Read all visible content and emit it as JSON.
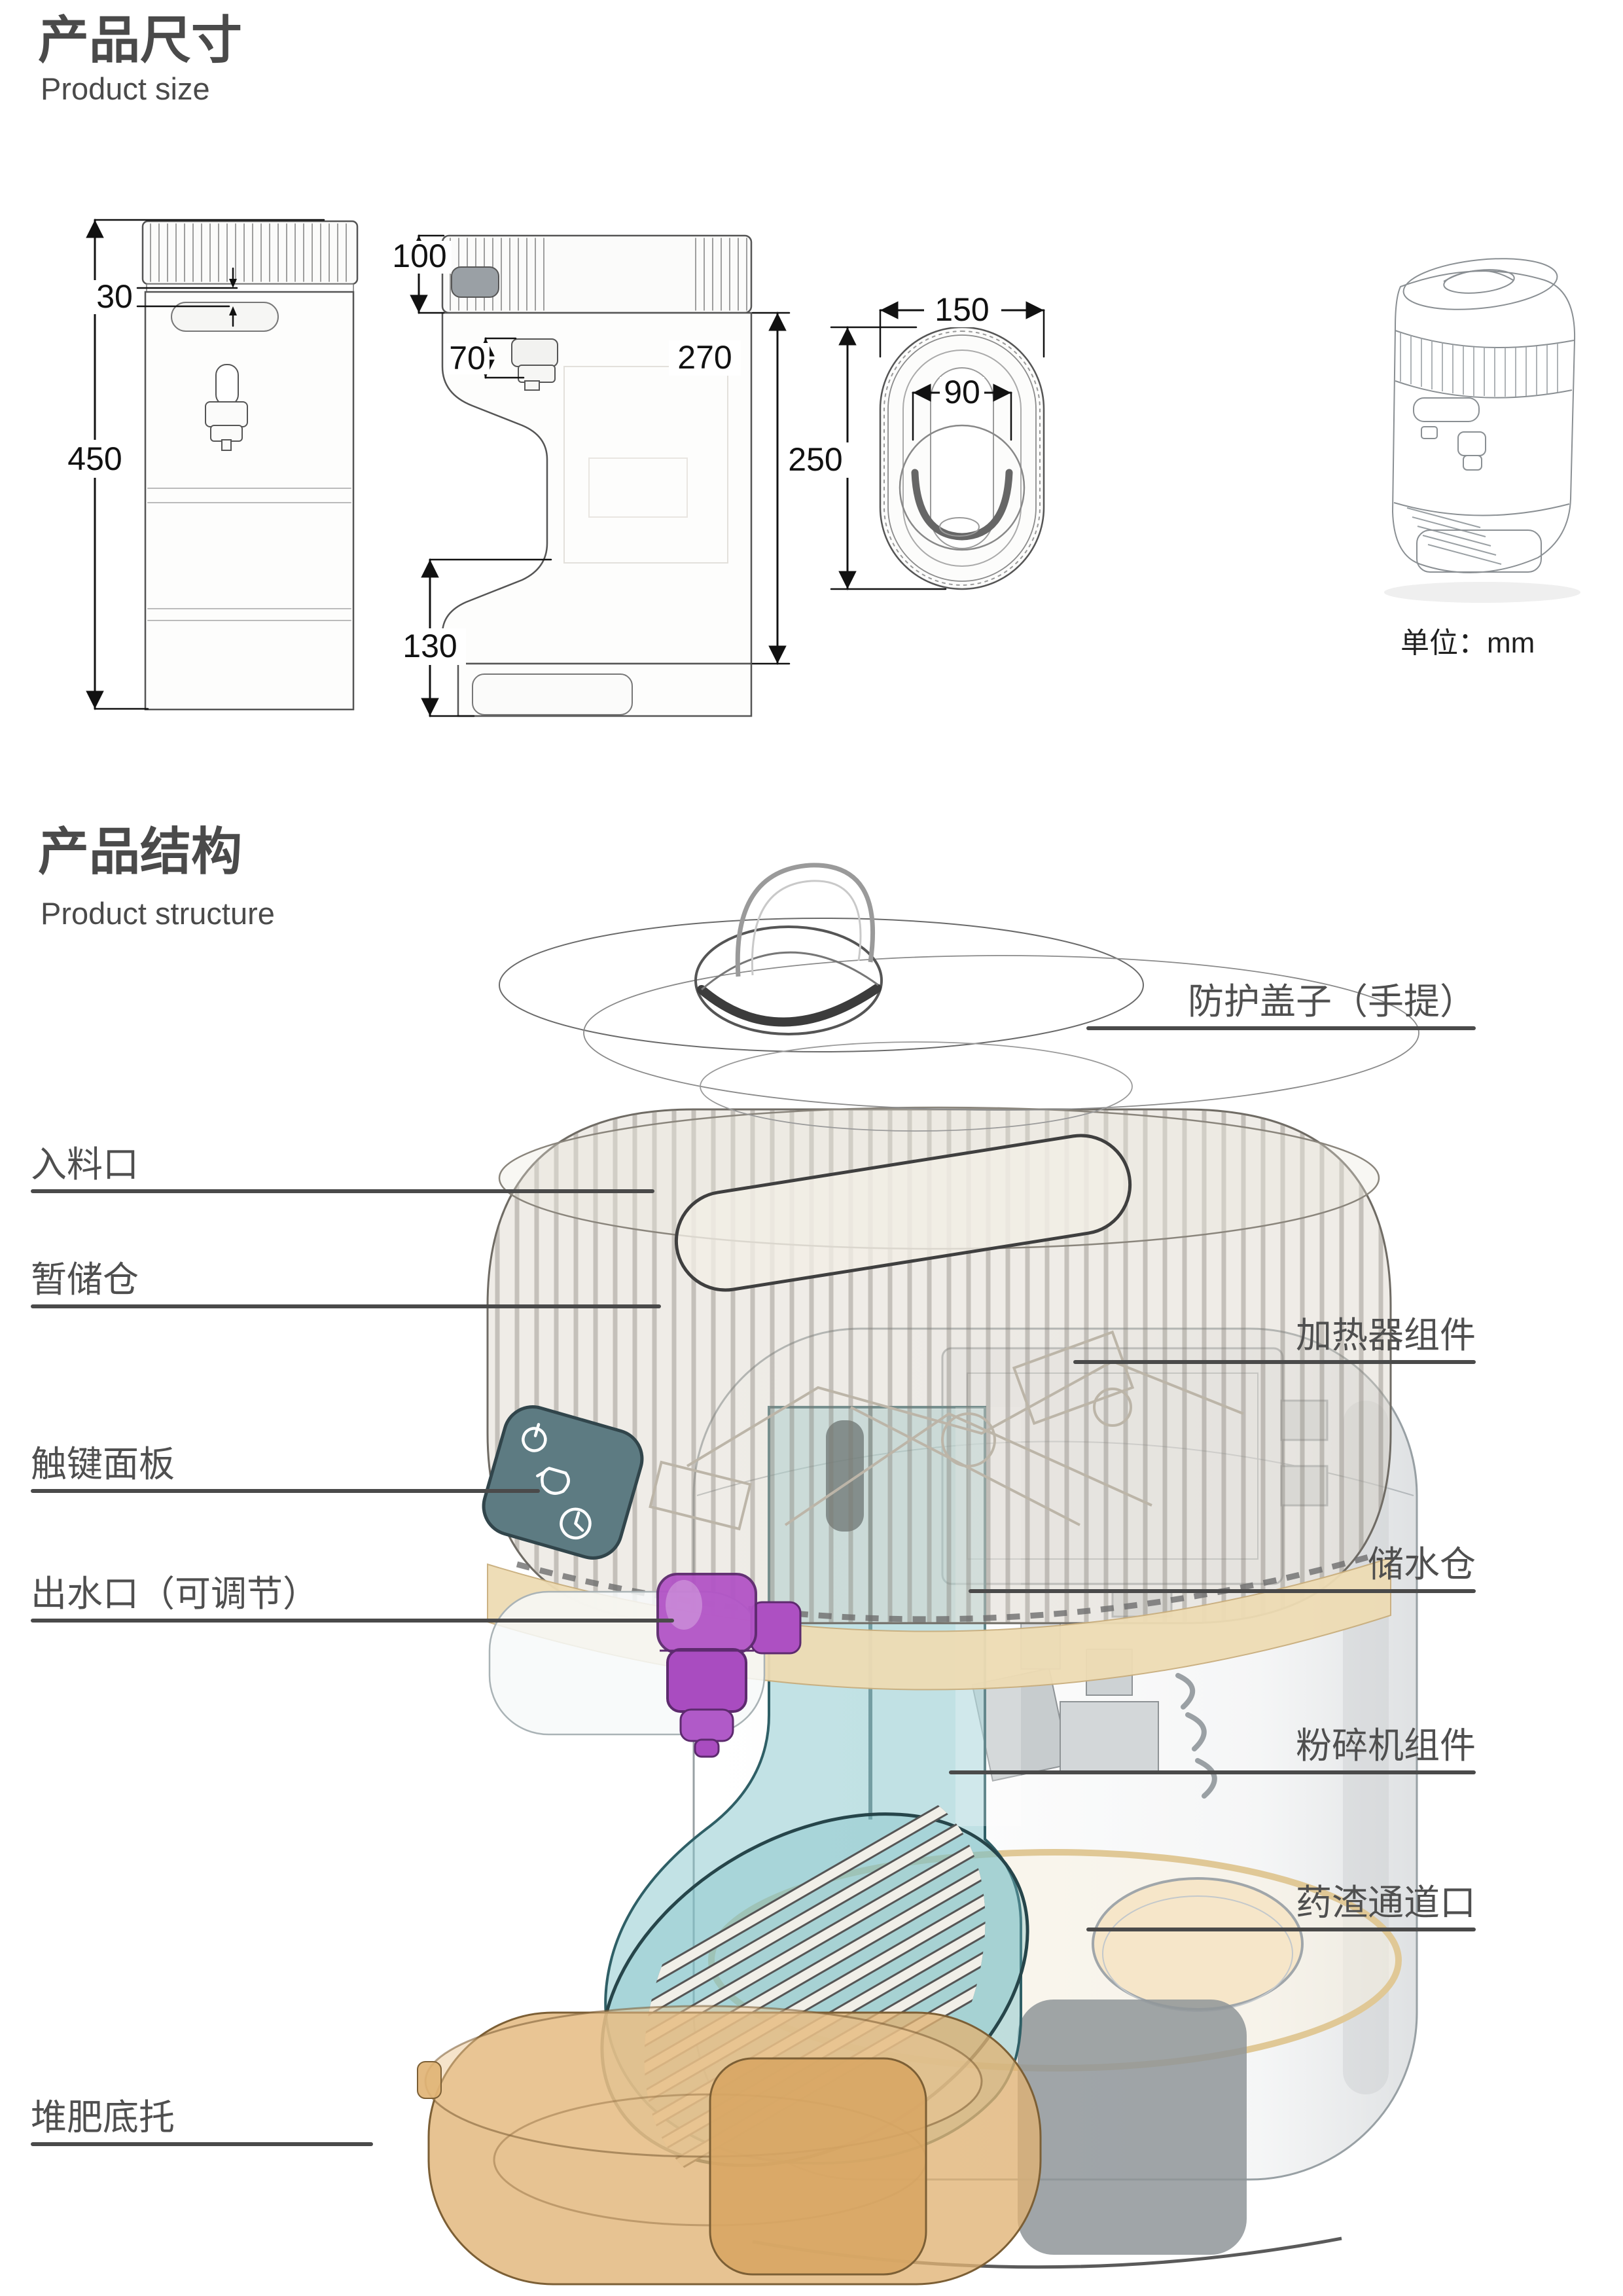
{
  "size_section": {
    "title_cn": "产品尺寸",
    "title_en": "Product size",
    "unit_label": "单位：mm",
    "dims": {
      "front_total_height": "450",
      "front_spout_gap": "30",
      "side_lid_height": "100",
      "side_spout_height": "70",
      "side_body_height": "270",
      "side_base_height": "130",
      "top_width": "150",
      "top_inner_width": "90",
      "top_depth": "250"
    }
  },
  "structure_section": {
    "title_cn": "产品结构",
    "title_en": "Product structure",
    "labels_left": [
      {
        "text": "入料口"
      },
      {
        "text": "暂储仓"
      },
      {
        "text": "触键面板"
      },
      {
        "text": "出水口（可调节）"
      },
      {
        "text": "堆肥底托"
      }
    ],
    "labels_right": [
      {
        "text": "防护盖子（手提）"
      },
      {
        "text": "加热器组件"
      },
      {
        "text": "储水仓"
      },
      {
        "text": "粉碎机组件"
      },
      {
        "text": "药渣通道口"
      }
    ],
    "panel_icons": [
      "power-icon",
      "kettle-icon",
      "timer-icon"
    ]
  },
  "colors": {
    "text": "#4a4a4a",
    "leader_line": "#4a4a4a",
    "dimension_line": "#111111",
    "tank_ring_tan": "#eedcb4",
    "panel_teal": "#5d7b82",
    "funnel_teal": "#7fc0c6",
    "spout_purple": "#b254c6",
    "tray_amber": "#dfb077"
  }
}
